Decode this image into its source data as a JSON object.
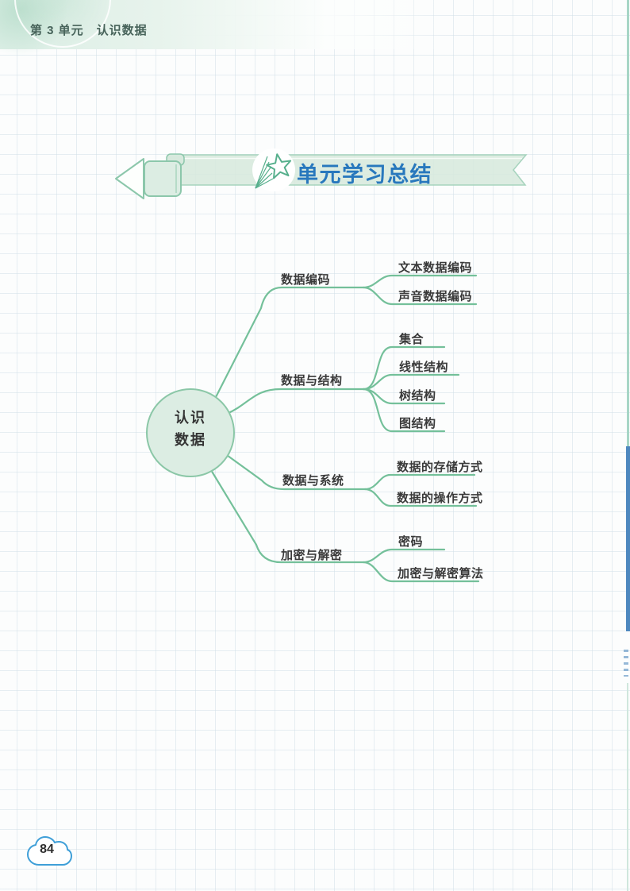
{
  "header": {
    "unit_label": "第 3 单元　认识数据"
  },
  "banner": {
    "title": "单元学习总结"
  },
  "mindmap": {
    "root": {
      "lines": [
        "认识",
        "数据"
      ]
    },
    "branches": [
      {
        "label": "数据编码",
        "children": [
          "文本数据编码",
          "声音数据编码"
        ]
      },
      {
        "label": "数据与结构",
        "children": [
          "集合",
          "线性结构",
          "树结构",
          "图结构"
        ]
      },
      {
        "label": "数据与系统",
        "children": [
          "数据的存储方式",
          "数据的操作方式"
        ]
      },
      {
        "label": "加密与解密",
        "children": [
          "密码",
          "加密与解密算法"
        ]
      }
    ]
  },
  "footer": {
    "page_number": "84"
  },
  "colors": {
    "branch_line": "#74c09a",
    "node_fill": "#dcede3",
    "node_border": "#8bc7a7",
    "banner_fill": "#d7e9dd",
    "banner_border": "#a6d3bd",
    "title_blue": "#2878bd",
    "header_text": "#47635a",
    "cloud_blue": "#3f9fd8",
    "edge_teal": "#a7d6c6",
    "edge_blue": "#4e88bf"
  }
}
